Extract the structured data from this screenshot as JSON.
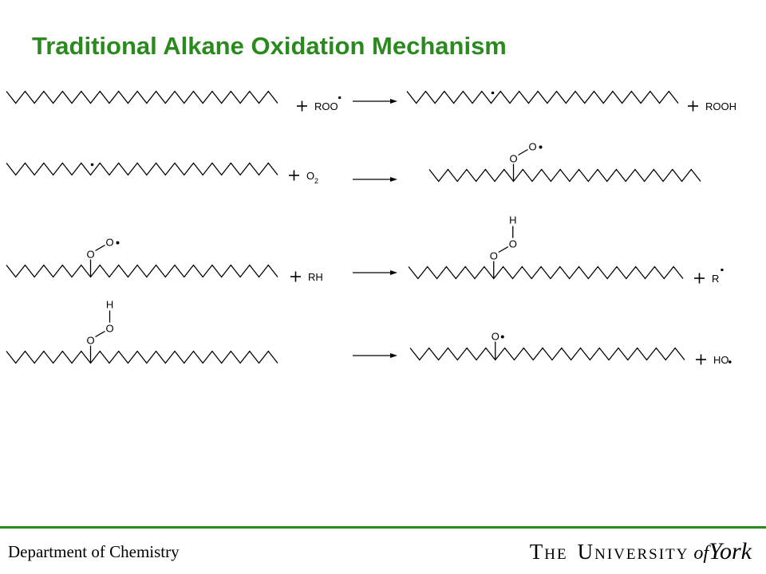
{
  "title": "Traditional Alkane Oxidation Mechanism",
  "footer": {
    "department": "Department of Chemistry",
    "university_part1": "The",
    "university_part2": "University",
    "university_part3": "of",
    "university_part4": "York"
  },
  "reactions": [
    {
      "reactants": [
        {
          "kind": "chain",
          "name": "alkane",
          "radical": false,
          "group": "none"
        },
        {
          "kind": "reagent",
          "plus": true,
          "label": "ROO",
          "mark": "dot-top"
        }
      ],
      "products": [
        {
          "kind": "chain",
          "name": "alkyl-radical",
          "radical": true,
          "group": "none"
        },
        {
          "kind": "reagent",
          "plus": true,
          "label": "ROOH",
          "mark": "none"
        }
      ]
    },
    {
      "reactants": [
        {
          "kind": "chain",
          "name": "alkyl-radical",
          "radical": true,
          "group": "none"
        },
        {
          "kind": "reagent",
          "plus": true,
          "label": "O",
          "subscript": "2",
          "mark": "none"
        }
      ],
      "products": [
        {
          "kind": "chain",
          "name": "peroxy-radical",
          "radical": false,
          "group": "peroxy",
          "atoms": [
            "O",
            "O"
          ]
        }
      ]
    },
    {
      "reactants": [
        {
          "kind": "chain",
          "name": "peroxy-radical",
          "radical": false,
          "group": "peroxy",
          "atoms": [
            "O",
            "O"
          ]
        },
        {
          "kind": "reagent",
          "plus": true,
          "label": "RH",
          "mark": "none"
        }
      ],
      "products": [
        {
          "kind": "chain",
          "name": "hydroperoxide",
          "radical": false,
          "group": "hydroperoxide",
          "atoms": [
            "O",
            "O",
            "H"
          ]
        },
        {
          "kind": "reagent",
          "plus": true,
          "label": "R",
          "mark": "dot-top"
        }
      ]
    },
    {
      "reactants": [
        {
          "kind": "chain",
          "name": "hydroperoxide",
          "radical": false,
          "group": "hydroperoxide",
          "atoms": [
            "O",
            "O",
            "H"
          ]
        }
      ],
      "products": [
        {
          "kind": "chain",
          "name": "alkoxy-radical",
          "radical": false,
          "group": "alkoxy",
          "atoms": [
            "O"
          ]
        },
        {
          "kind": "reagent",
          "plus": true,
          "label": "HO",
          "mark": "dot-right"
        }
      ]
    }
  ]
}
